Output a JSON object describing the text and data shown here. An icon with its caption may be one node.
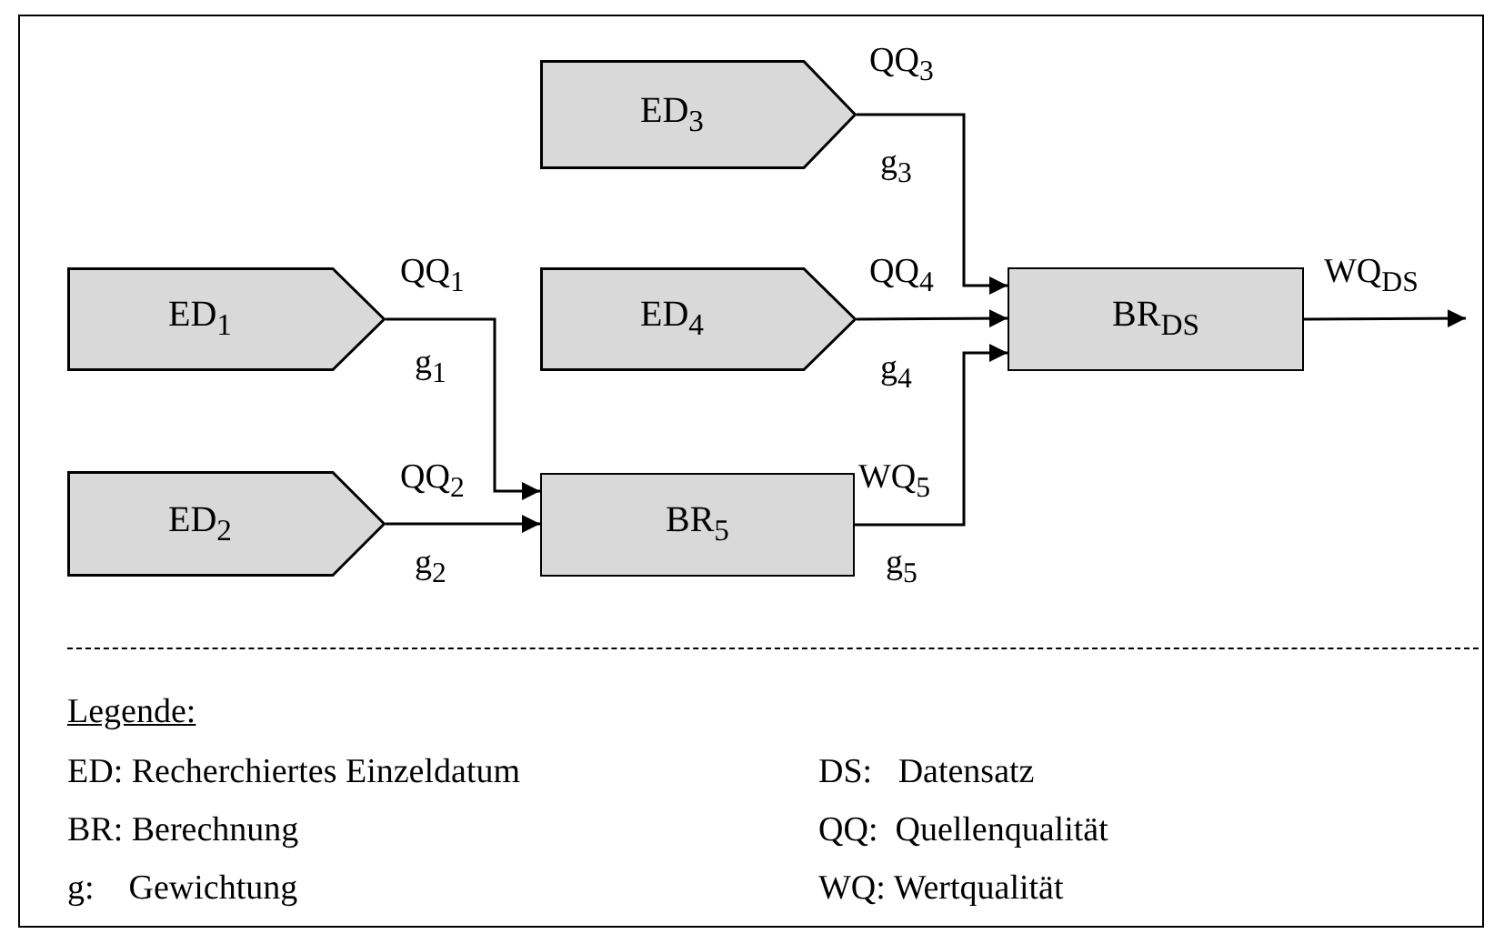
{
  "diagram": {
    "nodes": [
      {
        "text": [
          "ED$_{3}$"
        ]
      },
      {
        "text": [
          "ED$_{1}$"
        ]
      },
      {
        "text": [
          "ED$_{4}$"
        ]
      },
      {
        "text": [
          "BR$_{DS}$"
        ]
      },
      {
        "text": [
          "ED$_{2}$"
        ]
      },
      {
        "text": [
          "BR$_{5}$"
        ]
      }
    ],
    "edges": [
      {
        "from": 1,
        "to": 5,
        "arrow": "to",
        "label": "QQ$_{1}$"
      },
      {
        "from": 4,
        "to": 5,
        "arrow": "to",
        "label": "QQ$_{2}$"
      },
      {
        "from": 0,
        "to": 3,
        "arrow": "to",
        "label": "QQ$_{3}$"
      },
      {
        "from": 2,
        "to": 3,
        "arrow": "to",
        "label": "QQ$_{4}$"
      },
      {
        "from": 5,
        "to": 3,
        "arrow": "to",
        "label": "WQ$_{5}$"
      },
      {
        "from": 3,
        "to": null,
        "arrow": "to",
        "label": "WQ$_{DS}$"
      }
    ],
    "labels": [
      "g$_{3}$",
      "g$_{1}$",
      "g$_{4}$",
      "g$_{2}$",
      "g$_{5}$",
      "Legende:",
      "ED: Recherchiertes Einzeldatum",
      "DS:   Datensatz",
      "BR: Berechnung",
      "QQ:  Quellenqualität",
      "g:    Gewichtung",
      "WQ: Wertqualität"
    ]
  }
}
